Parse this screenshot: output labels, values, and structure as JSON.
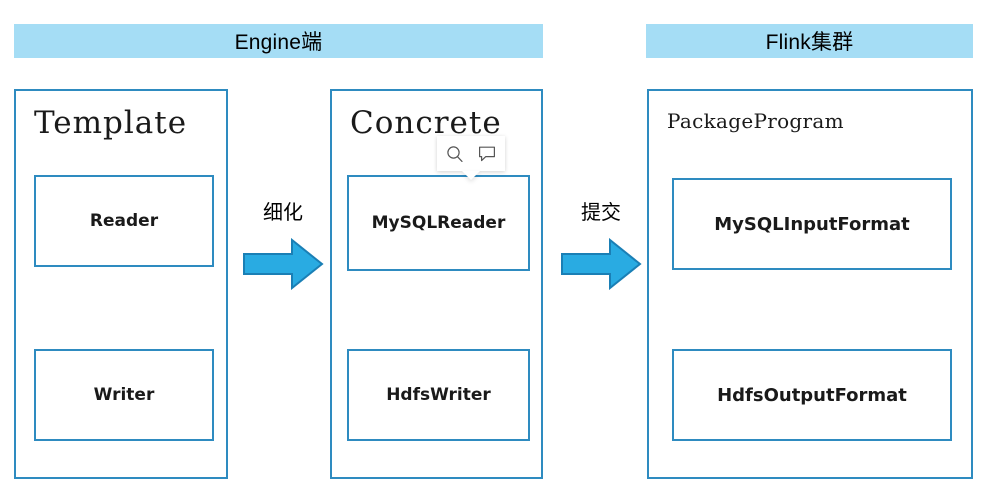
{
  "headers": [
    {
      "id": "engine",
      "label": "Engine端"
    },
    {
      "id": "flink",
      "label": "Flink集群"
    }
  ],
  "panels": [
    {
      "id": "template",
      "title": "Template",
      "boxes": [
        {
          "id": "reader",
          "label": "Reader"
        },
        {
          "id": "writer",
          "label": "Writer"
        }
      ]
    },
    {
      "id": "concrete",
      "title": "Concrete",
      "boxes": [
        {
          "id": "mysqlreader",
          "label": "MySQLReader"
        },
        {
          "id": "hdfswriter",
          "label": "HdfsWriter"
        }
      ]
    },
    {
      "id": "package",
      "title": "PackageProgram",
      "boxes": [
        {
          "id": "mysqlinputformat",
          "label": "MySQLInputFormat"
        },
        {
          "id": "hdfsoutputformat",
          "label": "HdfsOutputFormat"
        }
      ]
    }
  ],
  "transitions": [
    {
      "id": "refine",
      "label": "细化"
    },
    {
      "id": "submit",
      "label": "提交"
    }
  ],
  "popup": {
    "icons": [
      {
        "id": "search",
        "name": "search-icon"
      },
      {
        "id": "comment",
        "name": "comment-icon"
      }
    ]
  },
  "colors": {
    "header_fill": "#A5DDF5",
    "outline": "#2E8BC0",
    "arrow_fill": "#29ABE2",
    "arrow_stroke": "#1A7FB5",
    "text": "#1a1a1a",
    "background": "#ffffff"
  }
}
